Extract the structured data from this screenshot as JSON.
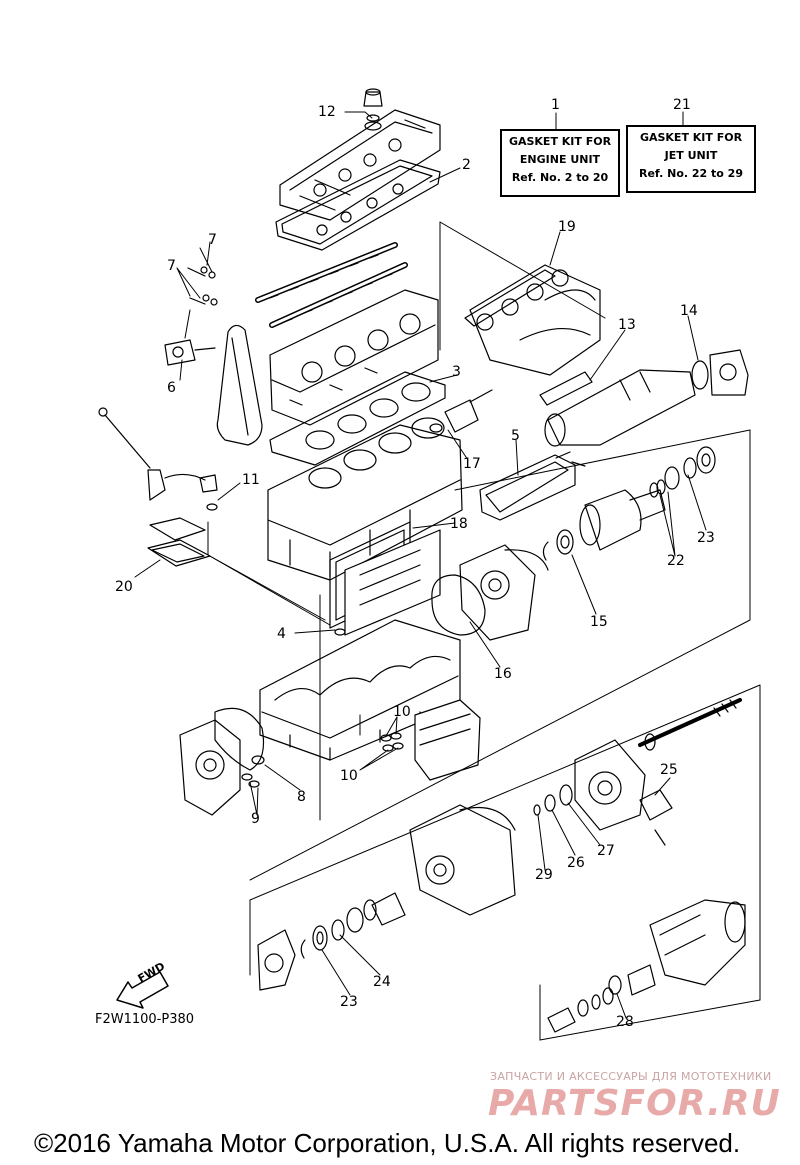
{
  "kits": [
    {
      "ref": "1",
      "lines": [
        "GASKET KIT FOR",
        "ENGINE UNIT",
        "Ref. No. 2 to 20"
      ]
    },
    {
      "ref": "21",
      "lines": [
        "GASKET KIT FOR",
        "JET UNIT",
        "Ref. No. 22 to 29"
      ]
    }
  ],
  "callouts": {
    "c1": "1",
    "c2": "2",
    "c3": "3",
    "c4": "4",
    "c5": "5",
    "c6": "6",
    "c7a": "7",
    "c7b": "7",
    "c8": "8",
    "c9": "9",
    "c10a": "10",
    "c10b": "10",
    "c11": "11",
    "c12": "12",
    "c13": "13",
    "c14": "14",
    "c15": "15",
    "c16": "16",
    "c17": "17",
    "c18": "18",
    "c19": "19",
    "c20": "20",
    "c21": "21",
    "c22": "22",
    "c23a": "23",
    "c23b": "23",
    "c24": "24",
    "c25": "25",
    "c26": "26",
    "c27": "27",
    "c28": "28",
    "c29": "29"
  },
  "fwd": "FWD",
  "figure_code": "F2W1100-P380",
  "watermark": {
    "tagline": "ЗАПЧАСТИ И АКСЕССУАРЫ ДЛЯ МОТОТЕХНИКИ",
    "logo": "PARTSFOR.RU"
  },
  "copyright": "©2016 Yamaha Motor Corporation, U.S.A. All rights reserved.",
  "colors": {
    "line": "#000000",
    "background": "#ffffff",
    "watermark": "#e8a9a9"
  }
}
